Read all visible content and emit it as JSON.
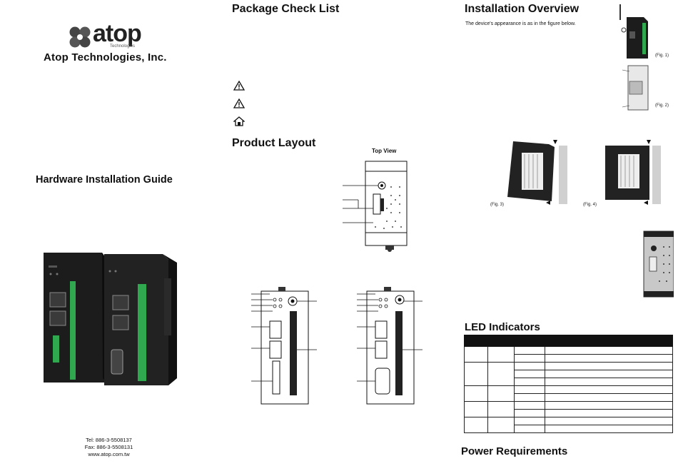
{
  "left": {
    "logo_word": "atop",
    "logo_sub": "Technologies",
    "company": "Atop Technologies, Inc.",
    "guide_title": "Hardware Installation Guide",
    "contact": {
      "tel": "Tel: 886-3-5508137",
      "fax": "Fax: 886-3-5508131",
      "web": "www.atop.com.tw"
    }
  },
  "middle": {
    "package_title": "Package Check List",
    "product_title": "Product Layout",
    "top_view": "Top View"
  },
  "right": {
    "install_title": "Installation Overview",
    "install_text": "The device's appearance is as in the figure below.",
    "figs": [
      "(Fig. 1)",
      "(Fig. 2)",
      "(Fig. 3)",
      "(Fig. 4)"
    ],
    "led_title": "LED Indicators",
    "power_title": "Power Requirements"
  },
  "icons": [
    "warning-icon",
    "warning-icon",
    "home-icon"
  ]
}
